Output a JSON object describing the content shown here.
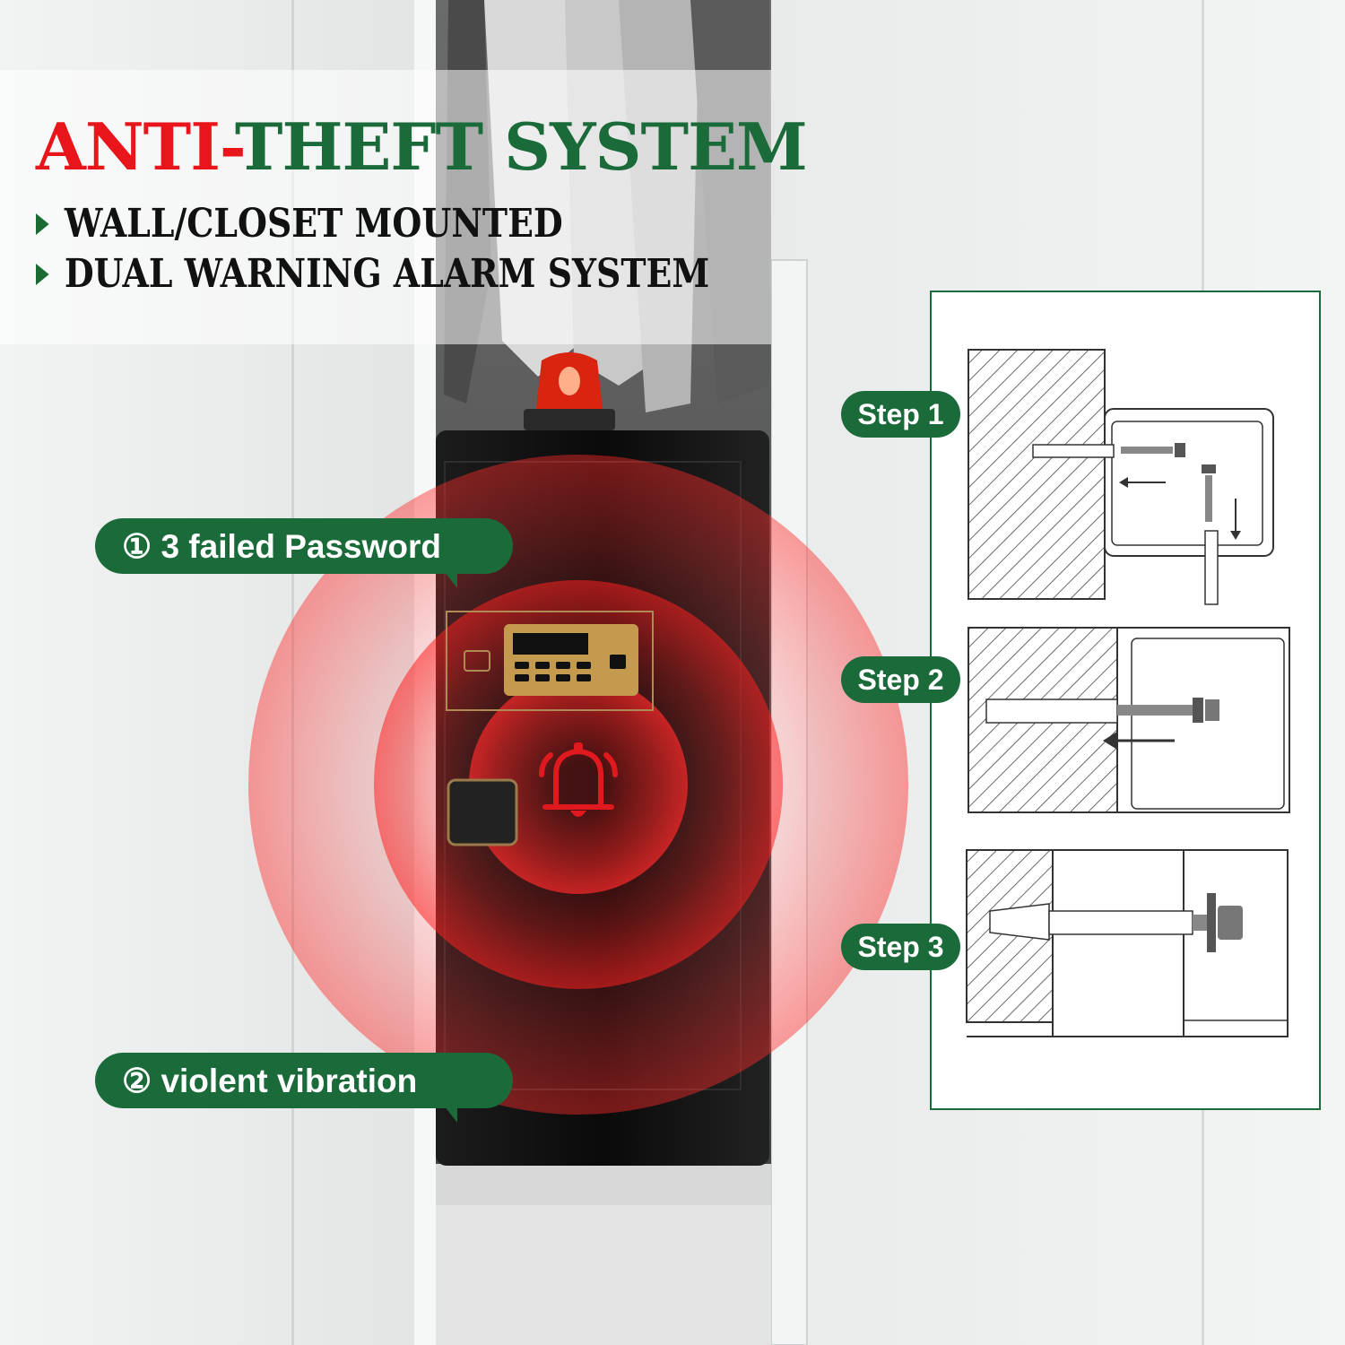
{
  "headline": {
    "part1": "ANTI-",
    "part2": "THEFT SYSTEM"
  },
  "bullets": [
    "WALL/CLOSET MOUNTED",
    "DUAL WARNING ALARM SYSTEM"
  ],
  "callouts": [
    "① 3 failed Password",
    "② violent vibration"
  ],
  "steps": [
    "Step 1",
    "Step 2",
    "Step 3"
  ],
  "colors": {
    "red": "#e8151b",
    "green": "#1b6b3a",
    "alarm": "#e0191f"
  },
  "icons": {
    "alarm": "bell-icon",
    "beacon": "siren-light-icon",
    "bullet": "triangle-right-icon"
  }
}
